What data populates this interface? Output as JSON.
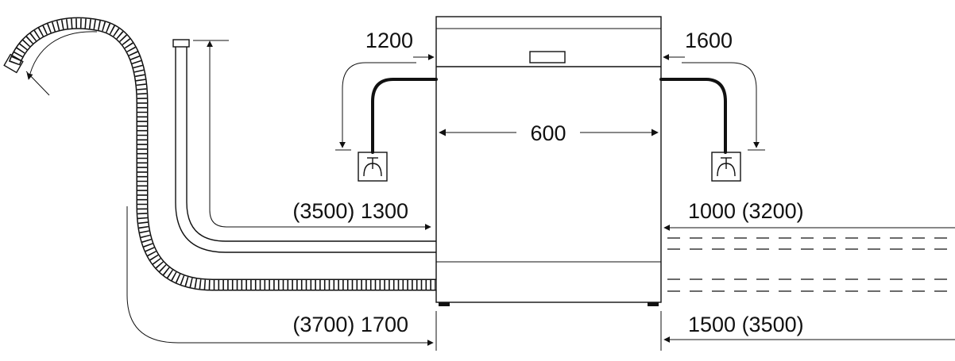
{
  "labels": {
    "top_left": "1200",
    "top_right": "1600",
    "width": "600",
    "water_left": "(3500) 1300",
    "water_right": "1000 (3200)",
    "drain_left": "(3700) 1700",
    "drain_right": "1500 (3500)"
  },
  "icons": {
    "power_socket": "power-socket-icon",
    "drain_hose": "corrugated-drain-hose",
    "water_hose": "water-inlet-hose",
    "appliance": "dishwasher-outline"
  },
  "colors": {
    "stroke": "#111111",
    "background": "#ffffff"
  }
}
